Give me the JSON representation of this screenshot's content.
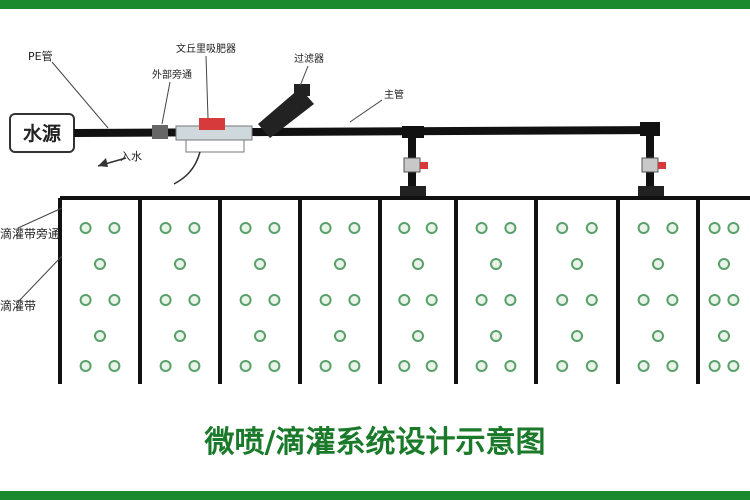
{
  "diagram": {
    "title": "微喷/滴灌系统设计示意图",
    "labels": {
      "water_source": "水源",
      "pe_pipe": "PE管",
      "bypass_valve": "外部旁通",
      "fertilizer_injector": "文丘里吸肥器",
      "filter": "过滤器",
      "main_pipe": "主管",
      "inflow": "入水",
      "drip_tape_bypass": "滴灌带旁通",
      "drip_tape": "滴灌带"
    }
  },
  "colors": {
    "frame": "#1b8a2e",
    "title": "#1b7a2a",
    "plant": "#5aa06a",
    "valve": "#d63a3a"
  }
}
